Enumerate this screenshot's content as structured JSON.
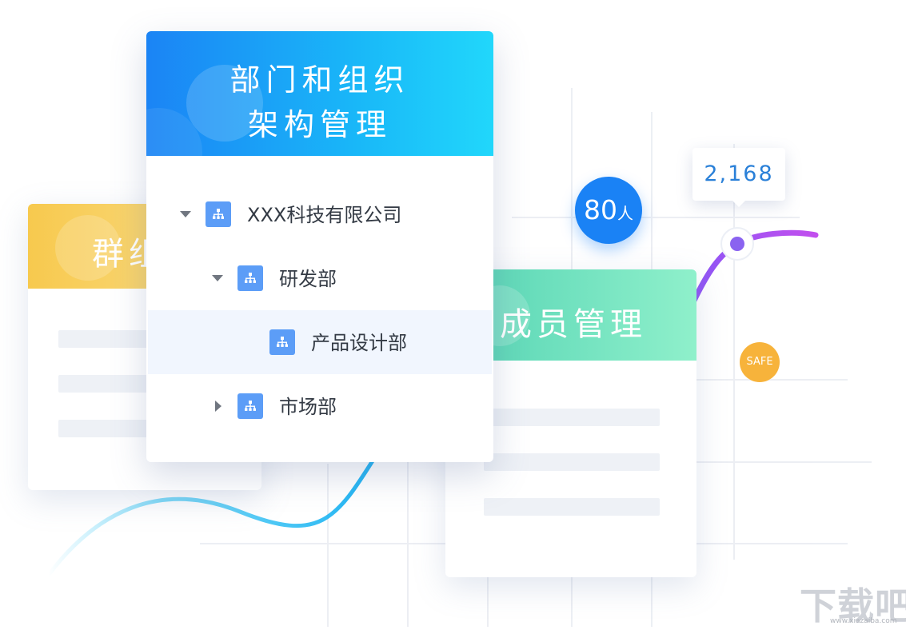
{
  "org_card": {
    "title_line1": "部门和组织",
    "title_line2": "架构管理",
    "tree": [
      {
        "label": "XXX科技有限公司",
        "toggle": "expanded"
      },
      {
        "label": "研发部",
        "toggle": "expanded"
      },
      {
        "label": "产品设计部",
        "toggle": "none",
        "selected": true
      },
      {
        "label": "市场部",
        "toggle": "collapsed"
      }
    ]
  },
  "group_card": {
    "title": "群组管理"
  },
  "member_card": {
    "title": "成员管理"
  },
  "count_badge": {
    "value": "80",
    "unit": "人"
  },
  "stat_tooltip": {
    "value": "2,168"
  },
  "safe_badge": {
    "label": "SAFE"
  },
  "watermark": {
    "text": "下载吧",
    "url": "www.xiazaiba.com"
  },
  "colors": {
    "primary_blue": "#1a82f5",
    "group_yellow": "#f7c94e",
    "member_green": "#54d3b3",
    "safe_orange": "#f7b33b",
    "curve_purple": "#b24ff0",
    "curve_cyan": "#27c3f4"
  },
  "icons": {
    "tree_node": "org-chart-icon",
    "expand": "caret-down-icon",
    "collapse": "caret-right-icon"
  }
}
